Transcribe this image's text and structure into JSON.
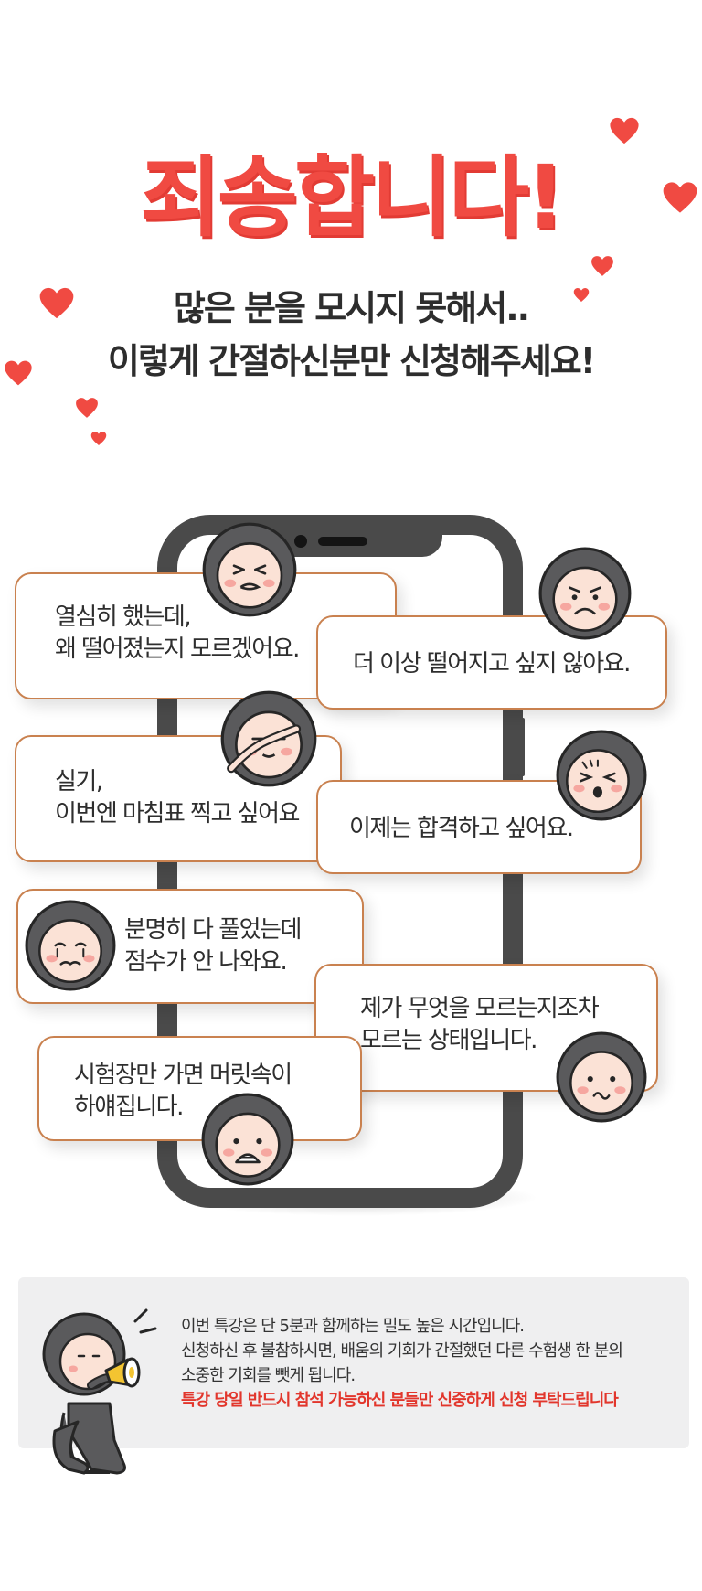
{
  "header": {
    "title": "죄송합니다!",
    "subtitle_line1": "많은 분을 모시지 못해서..",
    "subtitle_line2": "이렇게 간절하신분만 신청해주세요!"
  },
  "bubbles": [
    {
      "line1": "열심히 했는데,",
      "line2": "왜 떨어졌는지 모르겠어요.",
      "face": "frustrated-face-icon"
    },
    {
      "line1": "더 이상 떨어지고 싶지 않아요.",
      "line2": "",
      "face": "worried-face-icon"
    },
    {
      "line1": "실기,",
      "line2": "이번엔 마침표 찍고 싶어요",
      "face": "thinking-face-icon"
    },
    {
      "line1": "이제는 합격하고 싶어요.",
      "line2": "",
      "face": "determined-face-icon"
    },
    {
      "line1": "분명히 다 풀었는데",
      "line2": "점수가 안 나와요.",
      "face": "crying-face-icon"
    },
    {
      "line1": "제가 무엇을 모르는지조차",
      "line2": "모르는 상태입니다.",
      "face": "confused-face-icon"
    },
    {
      "line1": "시험장만 가면 머릿속이",
      "line2": "하얘집니다.",
      "face": "scared-face-icon"
    }
  ],
  "notice": {
    "line1": "이번 특강은 단 5분과 함께하는 밀도 높은 시간입니다.",
    "line2": "신청하신 후 불참하시면, 배움의 기회가 간절했던 다른 수험생 한 분의",
    "line3": "소중한 기회를 뺏게 됩니다.",
    "line4_red": "특강 당일 반드시 참석 가능하신 분들만 신중하게 신청 부탁드립니다",
    "mascot_icon": "megaphone-mascot-icon"
  },
  "colors": {
    "accent_red": "#f04a42",
    "bubble_border": "#c9814f",
    "phone_frame": "#4a4a4a",
    "notice_bg": "#efeff0",
    "notice_red": "#e2362c"
  }
}
